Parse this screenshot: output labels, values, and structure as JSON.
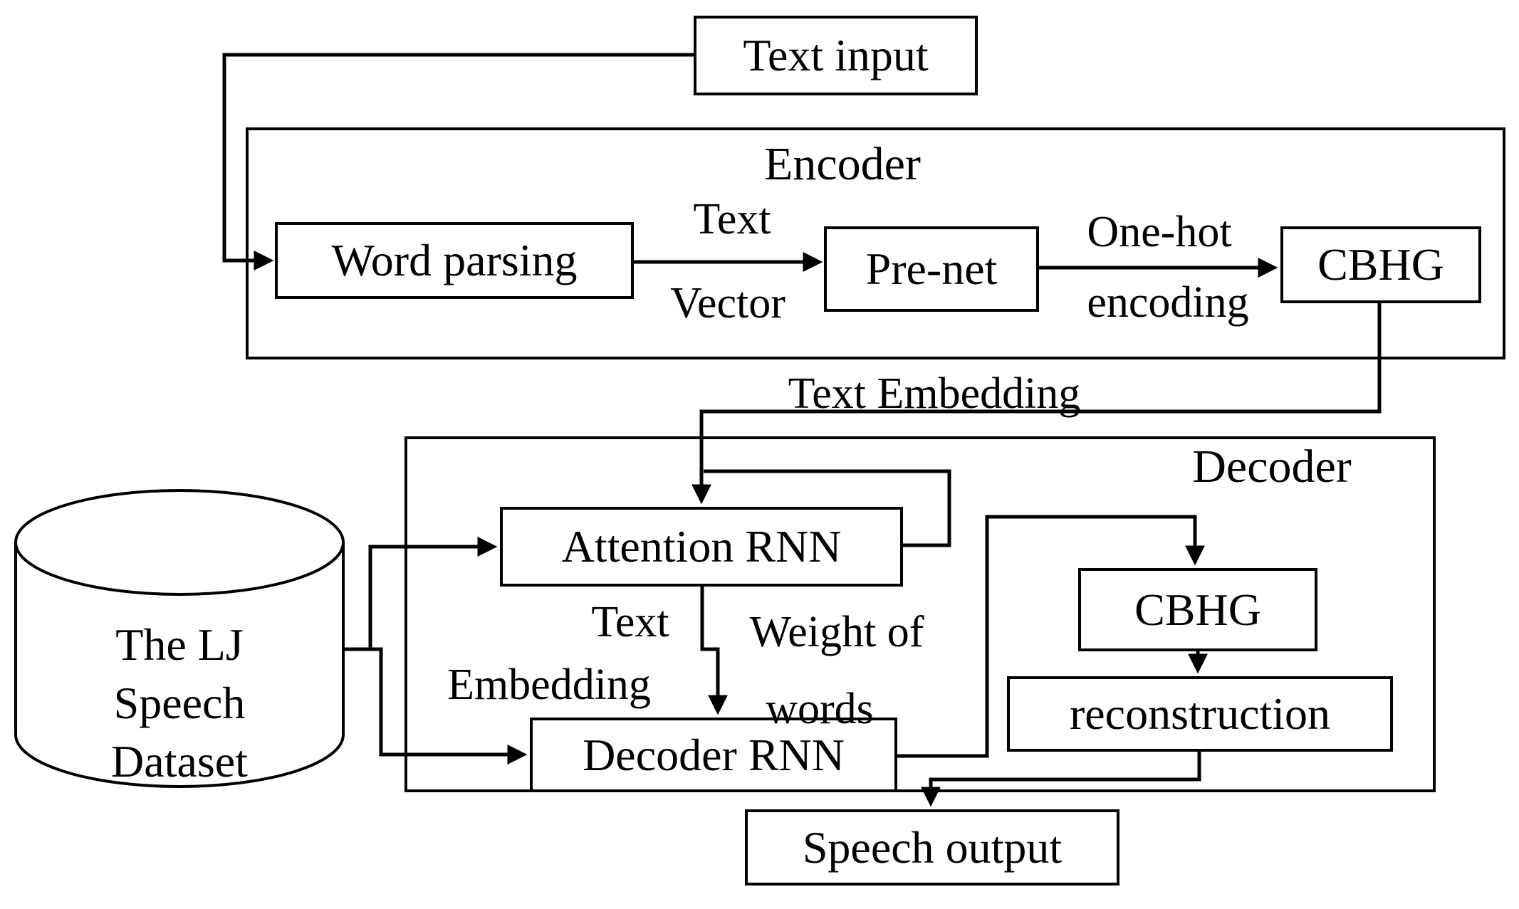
{
  "colors": {
    "background": "#ffffff",
    "line": "#000000",
    "box_fill": "#ffffff",
    "text": "#000000"
  },
  "containers": {
    "encoder": {
      "label": "Encoder"
    },
    "decoder": {
      "label": "Decoder"
    }
  },
  "nodes": {
    "text_input": {
      "label": "Text input"
    },
    "word_parsing": {
      "label": "Word parsing"
    },
    "pre_net": {
      "label": "Pre-net"
    },
    "encoder_cbhg": {
      "label": "CBHG"
    },
    "attention_rnn": {
      "label": "Attention RNN"
    },
    "decoder_rnn": {
      "label": "Decoder RNN"
    },
    "decoder_cbhg": {
      "label": "CBHG"
    },
    "reconstruction": {
      "label": "reconstruction"
    },
    "speech_output": {
      "label": "Speech output"
    }
  },
  "dataset_cylinder": {
    "line1": "The LJ",
    "line2": "Speech",
    "line3": "Dataset"
  },
  "edge_labels": {
    "word_to_prenet": {
      "line1": "Text",
      "line2": "Vector"
    },
    "prenet_to_cbhg": {
      "line1": "One-hot",
      "line2": "encoding"
    },
    "cbhg_to_attention": "Text Embedding",
    "attention_out_left": {
      "line1": "Text",
      "line2": "Embedding"
    },
    "attention_out_right": {
      "line1": "Weight of",
      "line2": "words"
    }
  }
}
